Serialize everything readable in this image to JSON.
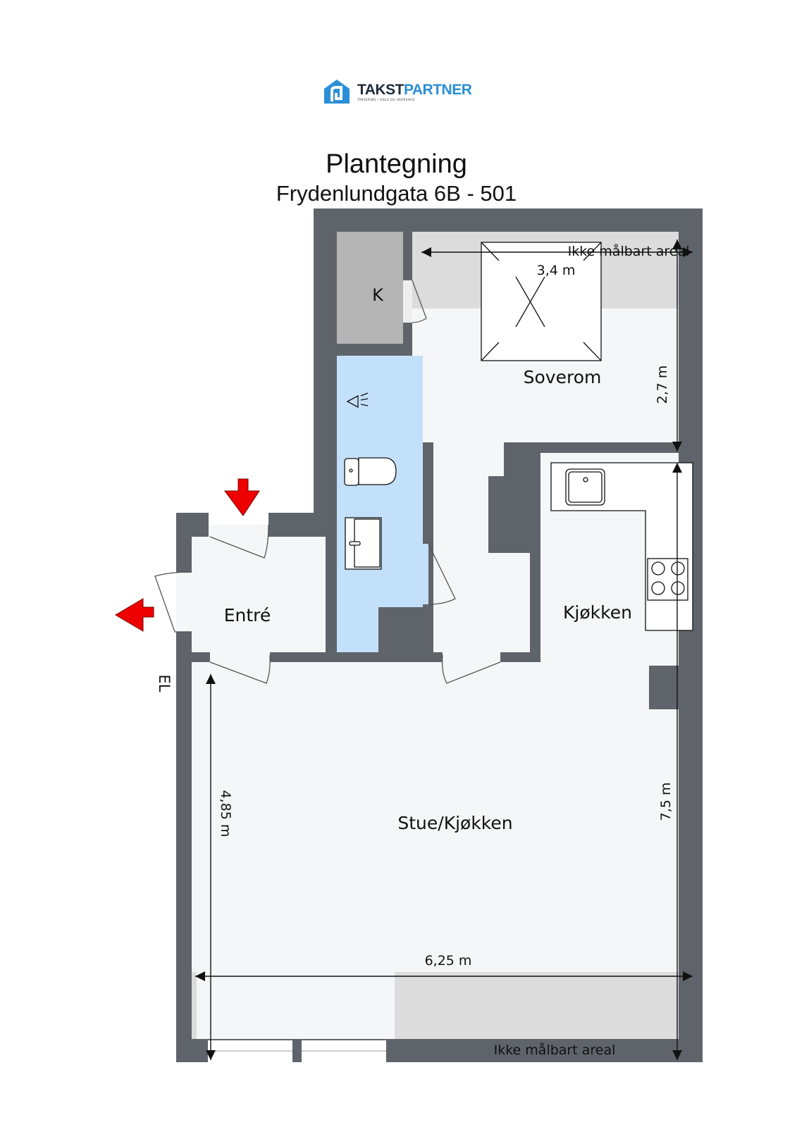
{
  "logo": {
    "brand_part1": "TAKST",
    "brand_part2": "PARTNER",
    "tagline": "TAKSERING I OSLO OG AKERSHUS",
    "colors": {
      "dark": "#1d2b3a",
      "blue": "#2b8fd6"
    }
  },
  "header": {
    "title": "Plantegning",
    "subtitle": "Frydenlundgata 6B - 501"
  },
  "rooms": {
    "closet": "K",
    "bedroom": "Soverom",
    "entrance": "Entré",
    "kitchen": "Kjøkken",
    "living": "Stue/Kjøkken"
  },
  "labels": {
    "unmeasurable_top": "Ikke målbart areal",
    "unmeasurable_bottom": "Ikke målbart areal",
    "electric": "EL"
  },
  "dimensions": {
    "bedroom_width": "3,4 m",
    "bedroom_depth": "2,7 m",
    "living_depth": "4,85 m",
    "total_depth": "7,5 m",
    "total_width": "6,25 m"
  },
  "colors": {
    "wall": "#5f646b",
    "floor": "#f5f6f8",
    "bathroom": "#c3e0fb",
    "closet": "#b5b5b5",
    "unmeasurable": "#dcdcdc",
    "entry_arrow": "#ee0000"
  }
}
